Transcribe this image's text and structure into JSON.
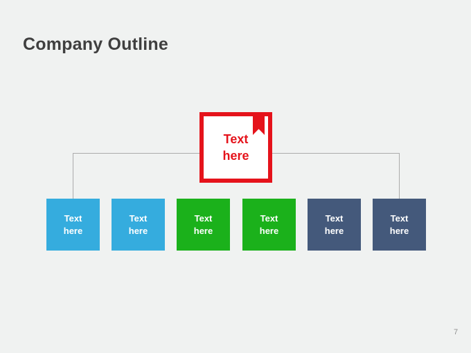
{
  "slide": {
    "title": "Company Outline",
    "page_number": "7",
    "background_color": "#f0f2f1",
    "title_color": "#3f3f3f"
  },
  "org_chart": {
    "connector_color": "#ababab",
    "parent": {
      "label": "Text\nhere",
      "border_color": "#e5131b",
      "fill_color": "#ffffff",
      "text_color": "#e5131b",
      "bookmark_icon_color": "#e5131b"
    },
    "children": [
      {
        "label": "Text\nhere",
        "color": "#35acde",
        "text_color": "#ffffff"
      },
      {
        "label": "Text\nhere",
        "color": "#35acde",
        "text_color": "#ffffff"
      },
      {
        "label": "Text\nhere",
        "color": "#1bb11b",
        "text_color": "#ffffff"
      },
      {
        "label": "Text\nhere",
        "color": "#1bb11b",
        "text_color": "#ffffff"
      },
      {
        "label": "Text\nhere",
        "color": "#44597b",
        "text_color": "#ffffff"
      },
      {
        "label": "Text\nhere",
        "color": "#44597b",
        "text_color": "#ffffff"
      }
    ]
  }
}
